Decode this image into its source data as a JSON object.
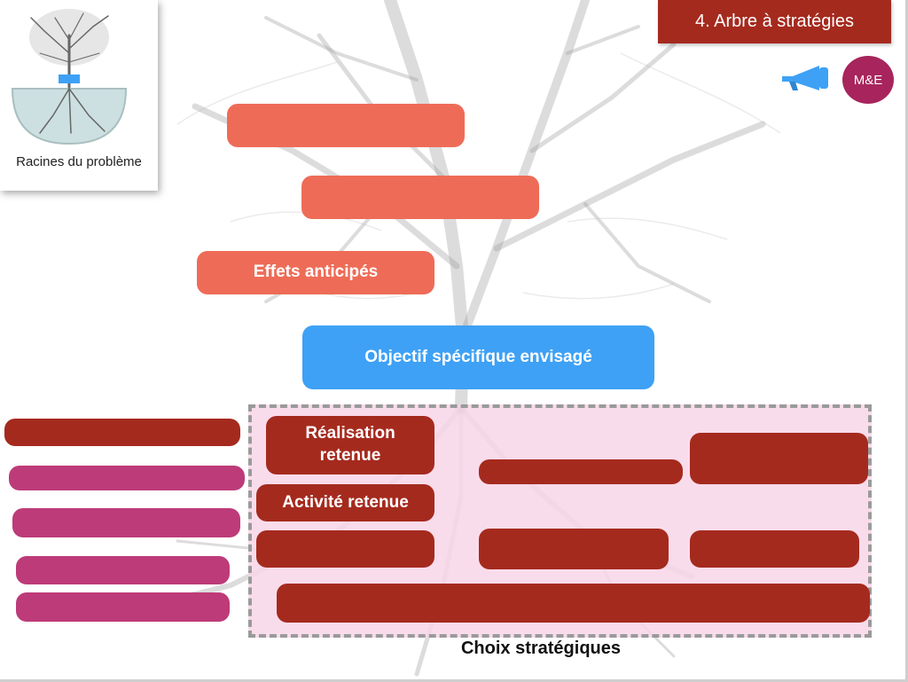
{
  "header": {
    "title": "4. Arbre à stratégies"
  },
  "badge": {
    "label": "M&E"
  },
  "thumbnail": {
    "caption": "Racines du problème"
  },
  "diagram": {
    "effects_label": "Effets anticipés",
    "objective_label": "Objectif spécifique envisagé",
    "realisation_label": "Réalisation retenue",
    "activity_label": "Activité retenue",
    "choices_label": "Choix stratégiques"
  },
  "colors": {
    "effects": "#ee6c57",
    "objective": "#3ea1f5",
    "choices": "#a52a1e",
    "alternatives": "#bd3b78",
    "choice_area": "#f8d6e8",
    "header": "#a52a1e",
    "me_badge": "#a8245c"
  },
  "icons": {
    "megaphone": "megaphone-icon",
    "tree": "tree-icon"
  }
}
